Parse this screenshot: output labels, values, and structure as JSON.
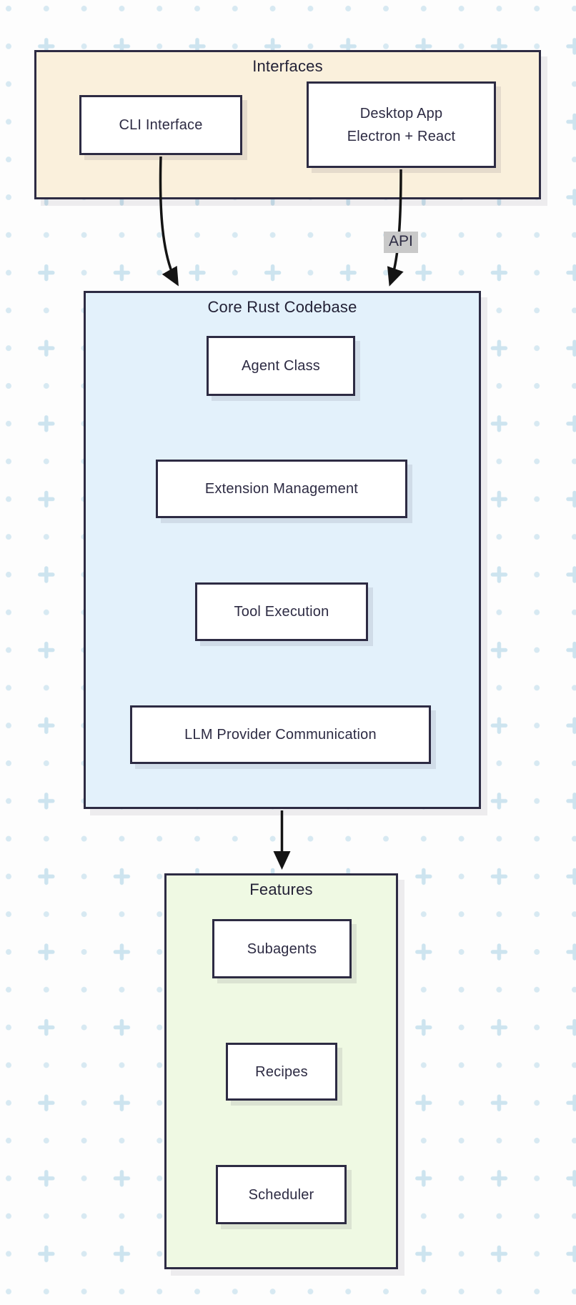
{
  "diagram": {
    "groups": [
      {
        "id": "interfaces",
        "label": "Interfaces",
        "fill": "#faf0dc",
        "border": "#2d2b43"
      },
      {
        "id": "core",
        "label": "Core Rust Codebase",
        "fill": "#e3f1fb",
        "border": "#2d2b43"
      },
      {
        "id": "features",
        "label": "Features",
        "fill": "#eff9e3",
        "border": "#2d2b43"
      }
    ],
    "nodes": [
      {
        "id": "cli",
        "group": "interfaces",
        "label": "CLI Interface"
      },
      {
        "id": "desktop",
        "group": "interfaces",
        "label": "Desktop App",
        "sublabel": "Electron + React"
      },
      {
        "id": "agent",
        "group": "core",
        "label": "Agent Class"
      },
      {
        "id": "extension",
        "group": "core",
        "label": "Extension Management"
      },
      {
        "id": "tool",
        "group": "core",
        "label": "Tool Execution"
      },
      {
        "id": "llm",
        "group": "core",
        "label": "LLM Provider Communication"
      },
      {
        "id": "subagents",
        "group": "features",
        "label": "Subagents"
      },
      {
        "id": "recipes",
        "group": "features",
        "label": "Recipes"
      },
      {
        "id": "scheduler",
        "group": "features",
        "label": "Scheduler"
      }
    ],
    "edges": [
      {
        "from": "cli",
        "to": "core",
        "label": ""
      },
      {
        "from": "desktop",
        "to": "core",
        "label": "API"
      },
      {
        "from": "core",
        "to": "features",
        "label": ""
      }
    ],
    "colors": {
      "node_fill": "#ffffff",
      "stroke": "#2d2b43",
      "arrow": "#141414",
      "edge_label_bg": "#c9c9c9",
      "pattern_dot": "#d7e9f2",
      "pattern_plus": "#cde4ef",
      "page_bg": "#fdfdfd"
    }
  }
}
